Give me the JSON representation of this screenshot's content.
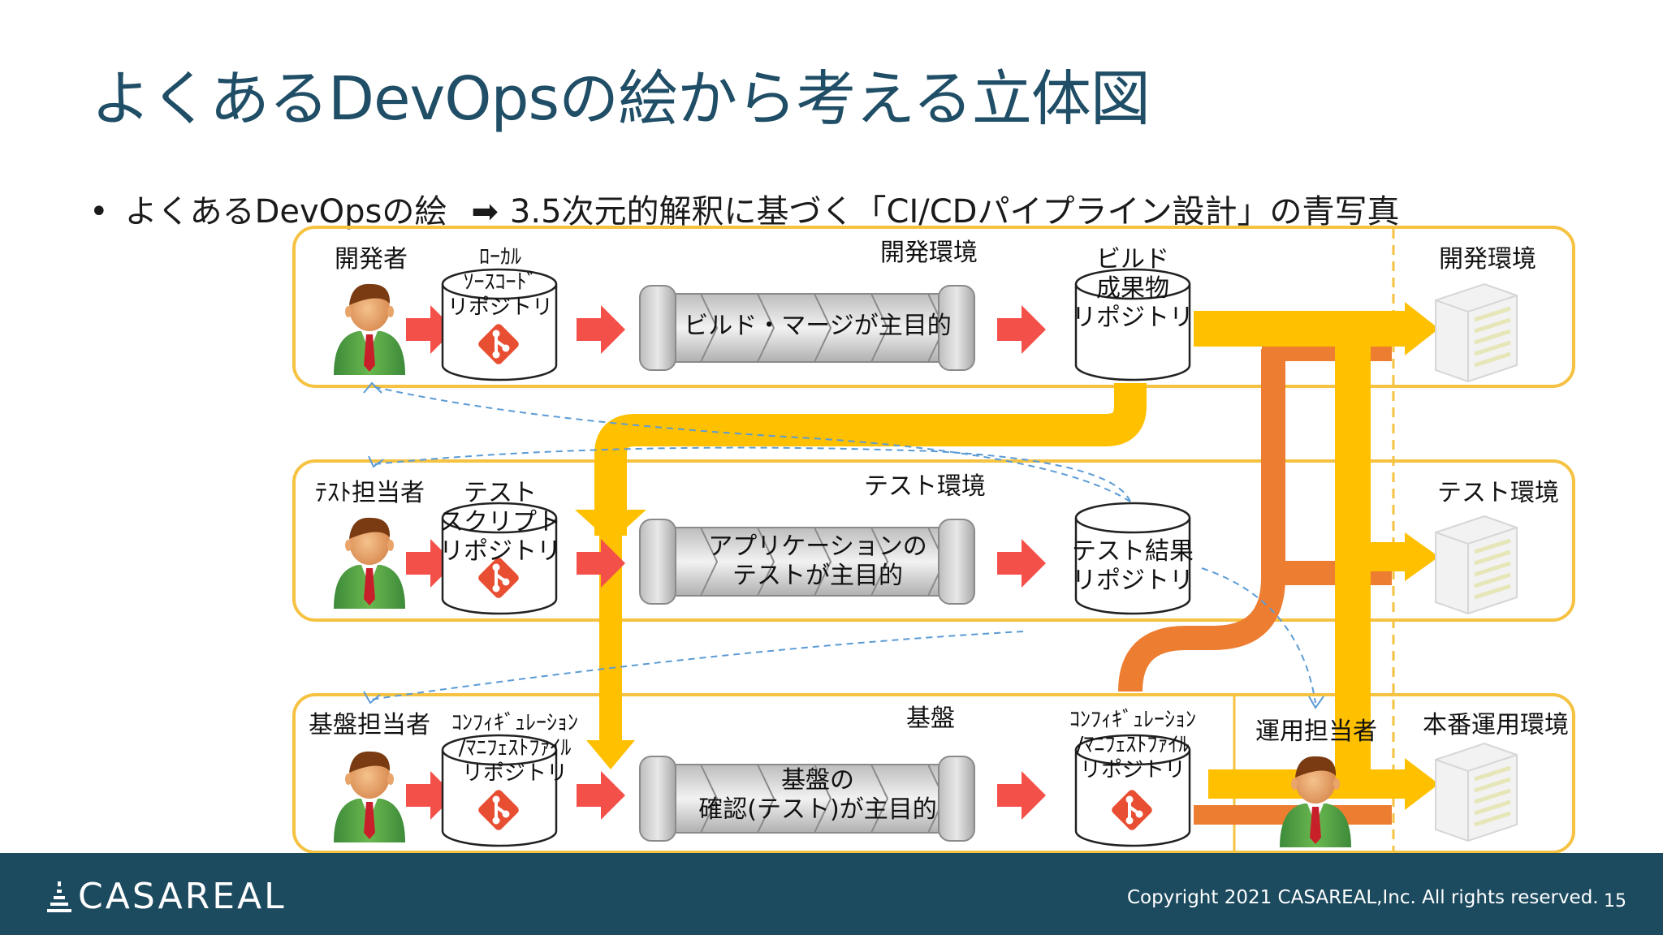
{
  "slide": {
    "title": "よくあるDevOpsの絵から考える立体図",
    "bullet_left": "よくあるDevOpsの絵",
    "bullet_arrow": "➡",
    "bullet_right": "3.5次元的解釈に基づく「CI/CDパイプライン設計」の青写真"
  },
  "lanes": [
    {
      "title": "開発環境",
      "person": "開発者",
      "repo_lines": [
        "ﾛｰｶﾙ",
        "ｿｰｽｺｰﾄﾞ",
        "リポジトリ"
      ],
      "process_lines": [
        "ビルド・マージが主目的"
      ],
      "output_lines": [
        "ビルド",
        "成果物",
        "リポジトリ"
      ],
      "env_label": "開発環境"
    },
    {
      "title": "テスト環境",
      "person": "ﾃｽﾄ担当者",
      "repo_lines": [
        "テスト",
        "スクリプト",
        "リポジトリ"
      ],
      "process_lines": [
        "アプリケーションの",
        "テストが主目的"
      ],
      "output_lines": [
        "テスト結果",
        "リポジトリ"
      ],
      "env_label": "テスト環境"
    },
    {
      "title": "基盤",
      "person": "基盤担当者",
      "repo_lines": [
        "ｺﾝﾌｨｷﾞｭﾚｰｼｮﾝ",
        "/ﾏﾆﾌｪｽﾄﾌｧｲﾙ",
        "リポジトリ"
      ],
      "process_lines": [
        "基盤の",
        "確認(テスト)が主目的"
      ],
      "output_lines": [
        "ｺﾝﾌｨｷﾞｭﾚｰｼｮﾝ",
        "/ﾏﾆﾌｪｽﾄﾌｧｲﾙ",
        "リポジトリ"
      ],
      "ops_person": "運用担当者",
      "env_label": "本番運用環境"
    }
  ],
  "footer": {
    "logo": "CASAREAL",
    "copyright": "Copyright 2021 CASAREAL,Inc. All rights reserved.",
    "page_number": "15"
  },
  "colors": {
    "title": "#1f4e66",
    "lane_border": "#f5c242",
    "flow_yellow": "#ffc000",
    "flow_orange": "#ed7d31",
    "arrow_red": "#f4504a",
    "git": "#e84e32",
    "footer_bg": "#1c4a5f"
  }
}
